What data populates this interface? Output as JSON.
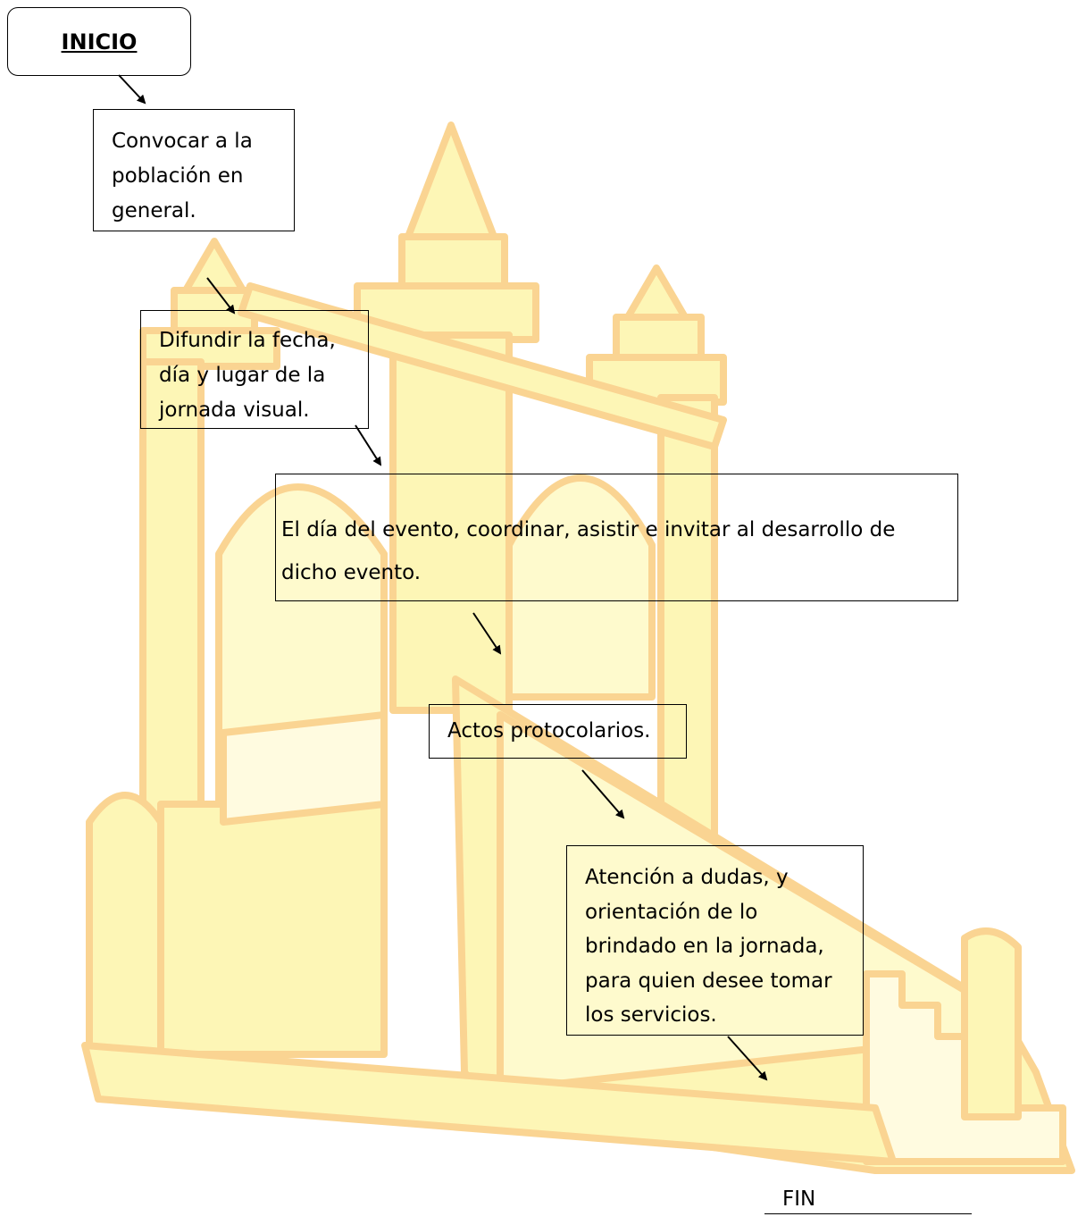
{
  "flow": {
    "start": "INICIO",
    "steps": [
      "Convocar a la población  en general.",
      "Difundir la fecha, día y lugar de la jornada visual.",
      "El día del evento, coordinar, asistir e invitar al desarrollo de dicho evento.",
      "Actos protocolarios.",
      "Atención a dudas, y orientación de lo brindado en la jornada, para quien desee tomar los servicios."
    ],
    "end": "FIN"
  },
  "colors": {
    "watermark_fill": "#fdf07c",
    "watermark_stroke": "#f7b23a",
    "line": "#000000"
  },
  "icons": {
    "background": "church-stairway-watermark",
    "connector": "arrow-down-right-icon"
  }
}
